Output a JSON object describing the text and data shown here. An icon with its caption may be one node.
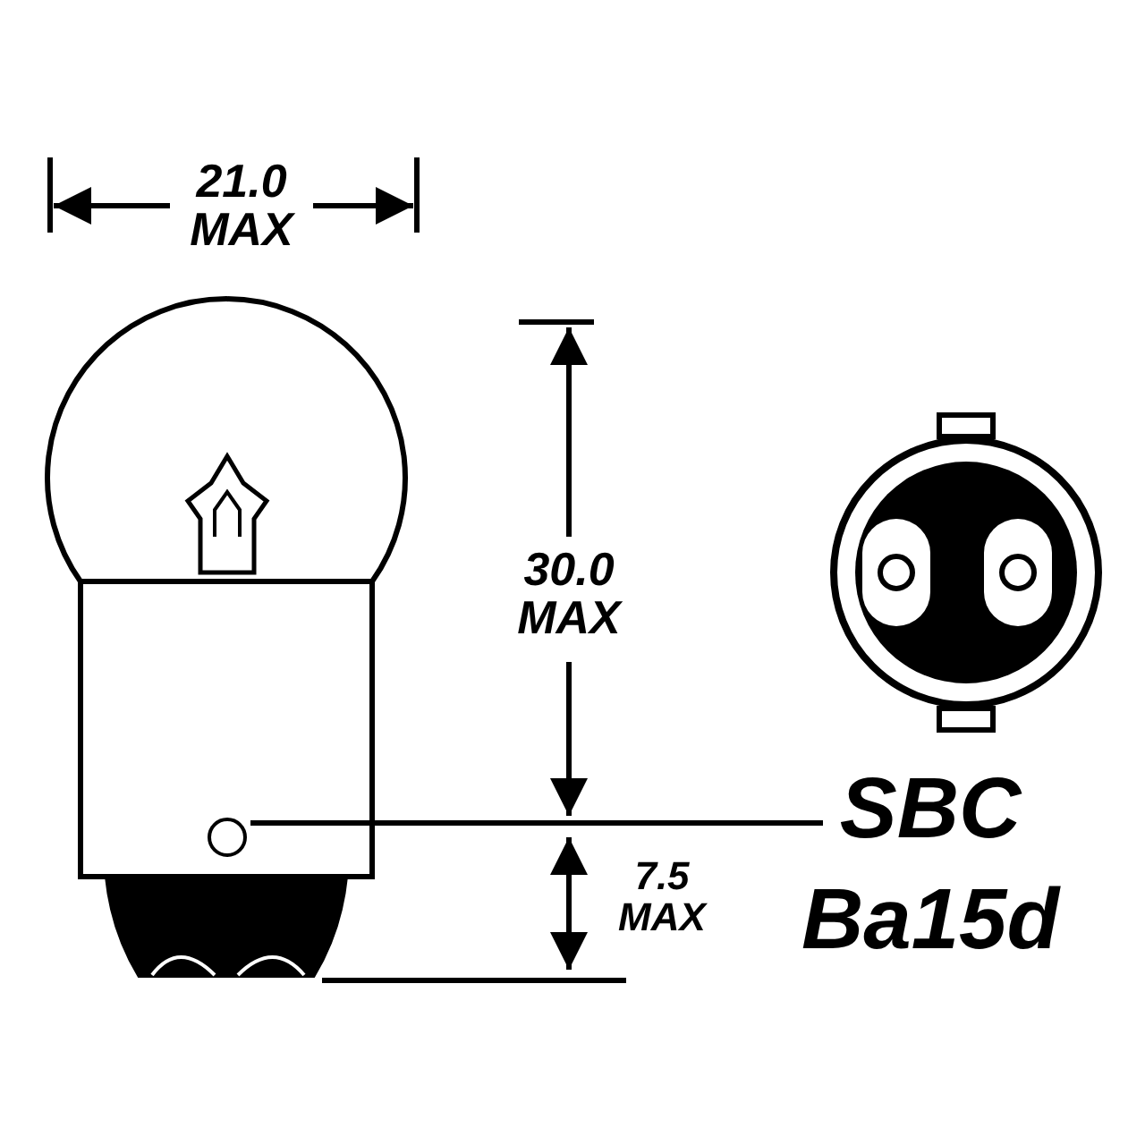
{
  "diagram": {
    "labels": [
      "21.0 MAX",
      "30.0 MAX",
      "7.5 MAX",
      "SBC",
      "Ba15d"
    ]
  }
}
